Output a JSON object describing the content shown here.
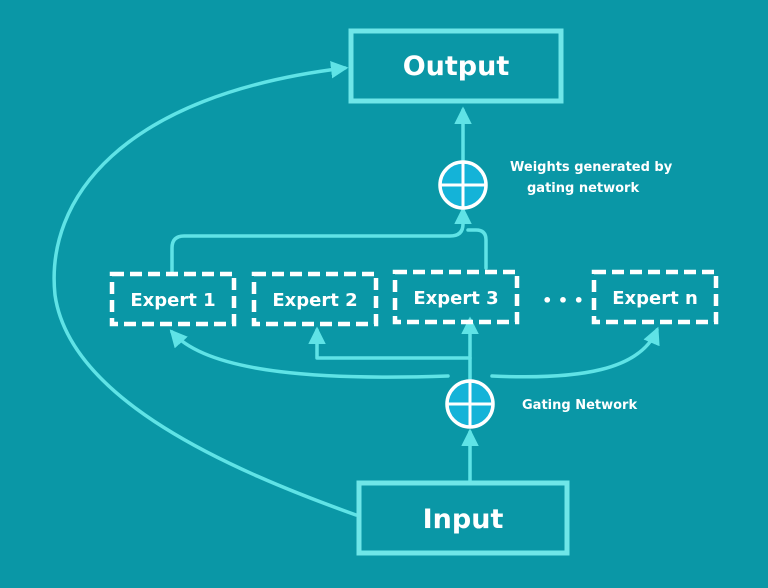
{
  "diagram": {
    "output_label": "Output",
    "input_label": "Input",
    "experts": [
      "Expert 1",
      "Expert 2",
      "Expert 3",
      "Expert n"
    ],
    "ellipsis": "• • •",
    "weights_annotation_line1": "Weights generated by",
    "weights_annotation_line2": "gating network",
    "gating_annotation": "Gating Network"
  },
  "colors": {
    "background": "#0a97a6",
    "line": "#5fe3e6",
    "box_border": "#6fe6e8",
    "combiner_fill": "#14b3d8",
    "expert_border": "#ffffff",
    "text": "#ffffff"
  }
}
